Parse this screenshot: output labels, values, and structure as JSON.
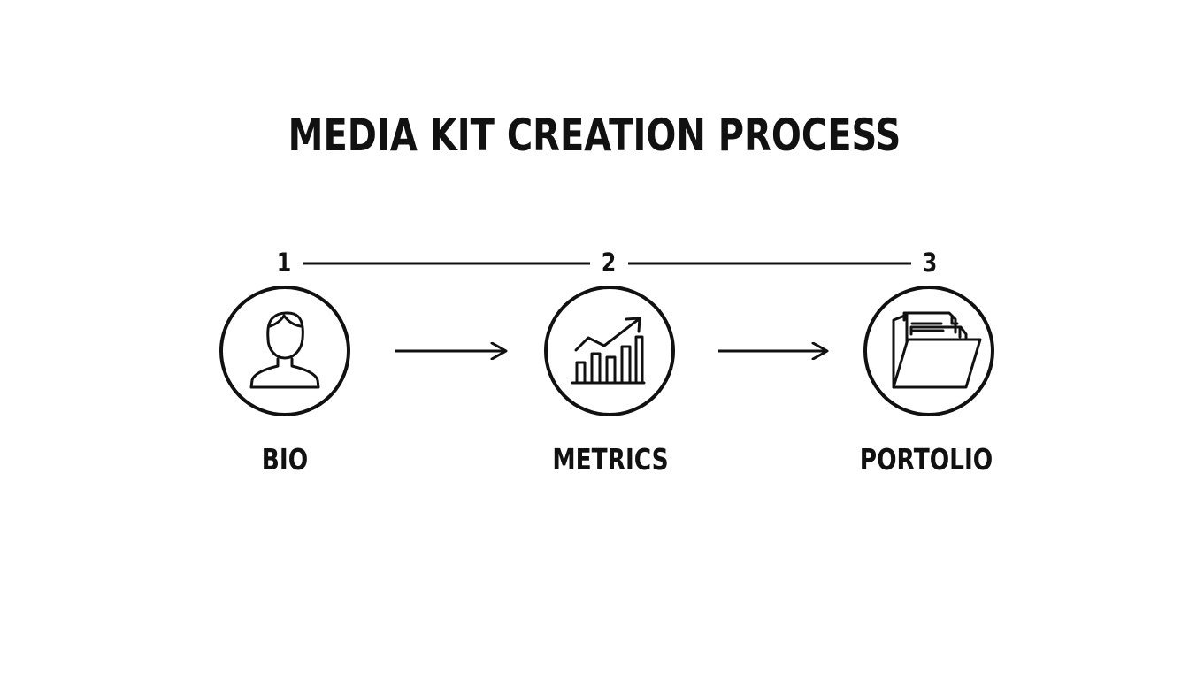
{
  "title": "MEDIA KIT CREATION PROCESS",
  "steps": [
    {
      "number": "1",
      "label": "BIO",
      "icon": "person-icon"
    },
    {
      "number": "2",
      "label": "METRICS",
      "icon": "growth-chart-icon"
    },
    {
      "number": "3",
      "label": "PORTOLIO",
      "icon": "folder-documents-icon"
    }
  ],
  "colors": {
    "background": "#ffffff",
    "ink": "#111111"
  }
}
